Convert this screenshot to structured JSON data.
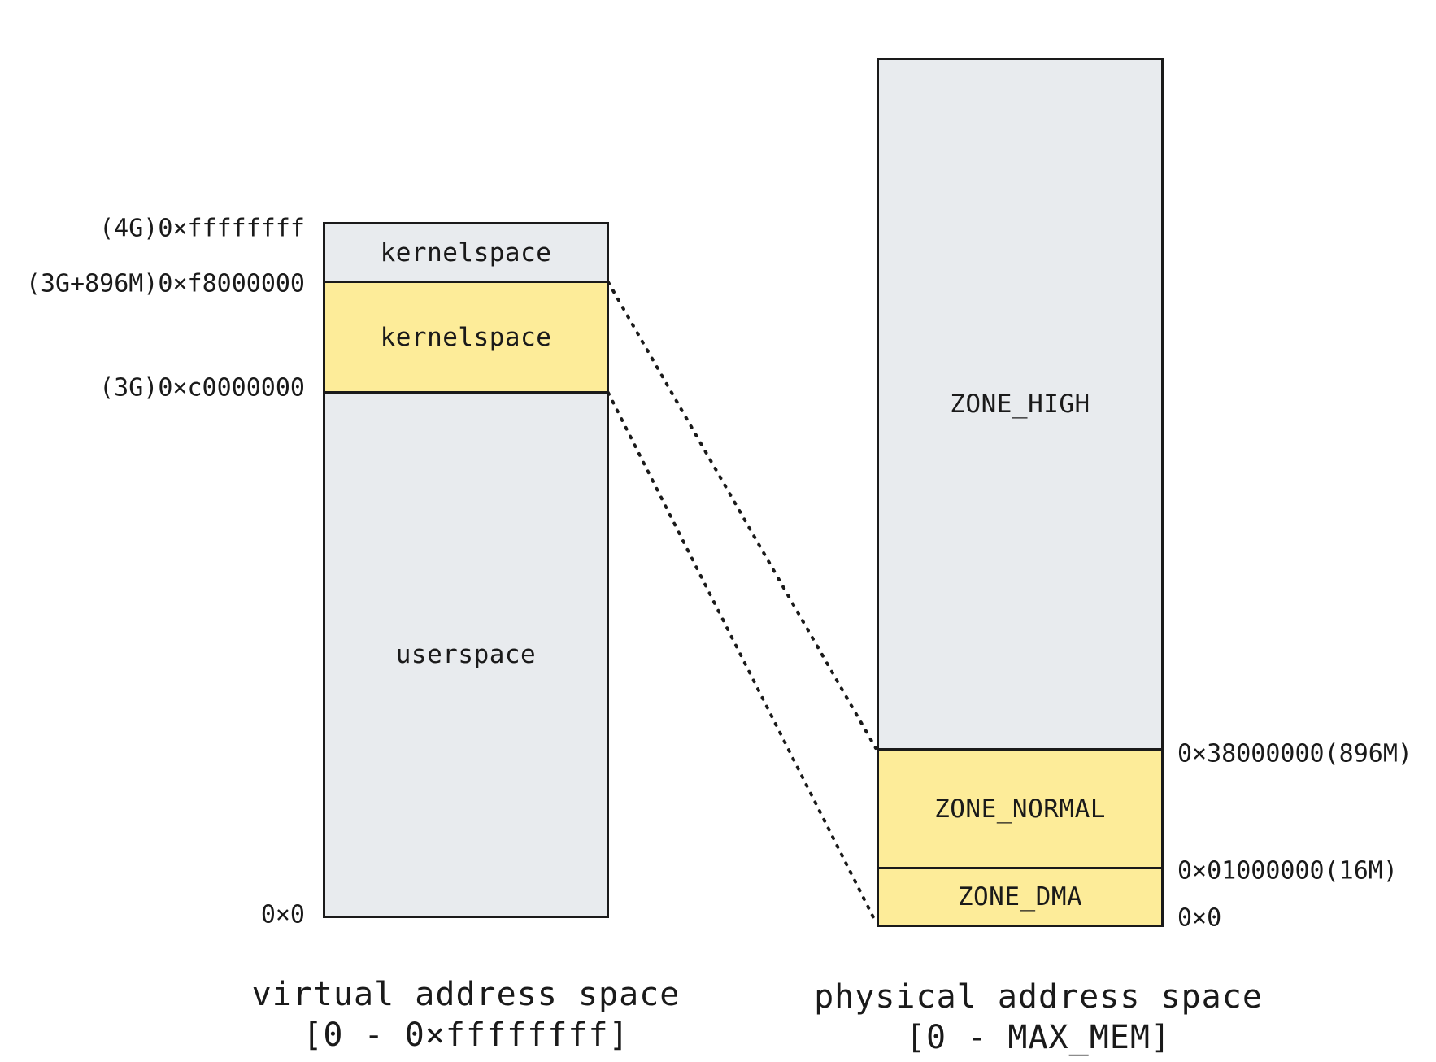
{
  "virtual_space": {
    "title": "virtual address space",
    "range": "[0 - 0×ffffffff]",
    "segments": {
      "top": "kernelspace",
      "direct": "kernelspace",
      "user": "userspace"
    },
    "addresses": {
      "top": "(4G)0×ffffffff",
      "high_boundary": "(3G+896M)0×f8000000",
      "kernel_start": "(3G)0×c0000000",
      "bottom": "0×0"
    }
  },
  "physical_space": {
    "title": "physical address space",
    "range": "[0 - MAX_MEM]",
    "segments": {
      "high": "ZONE_HIGH",
      "normal": "ZONE_NORMAL",
      "dma": "ZONE_DMA"
    },
    "addresses": {
      "normal_top": "0×38000000(896M)",
      "dma_top": "0×01000000(16M)",
      "bottom": "0×0"
    }
  },
  "colors": {
    "gray_fill": "#e8ebee",
    "yellow_fill": "#fdec99",
    "outline": "#1a1a1a"
  }
}
